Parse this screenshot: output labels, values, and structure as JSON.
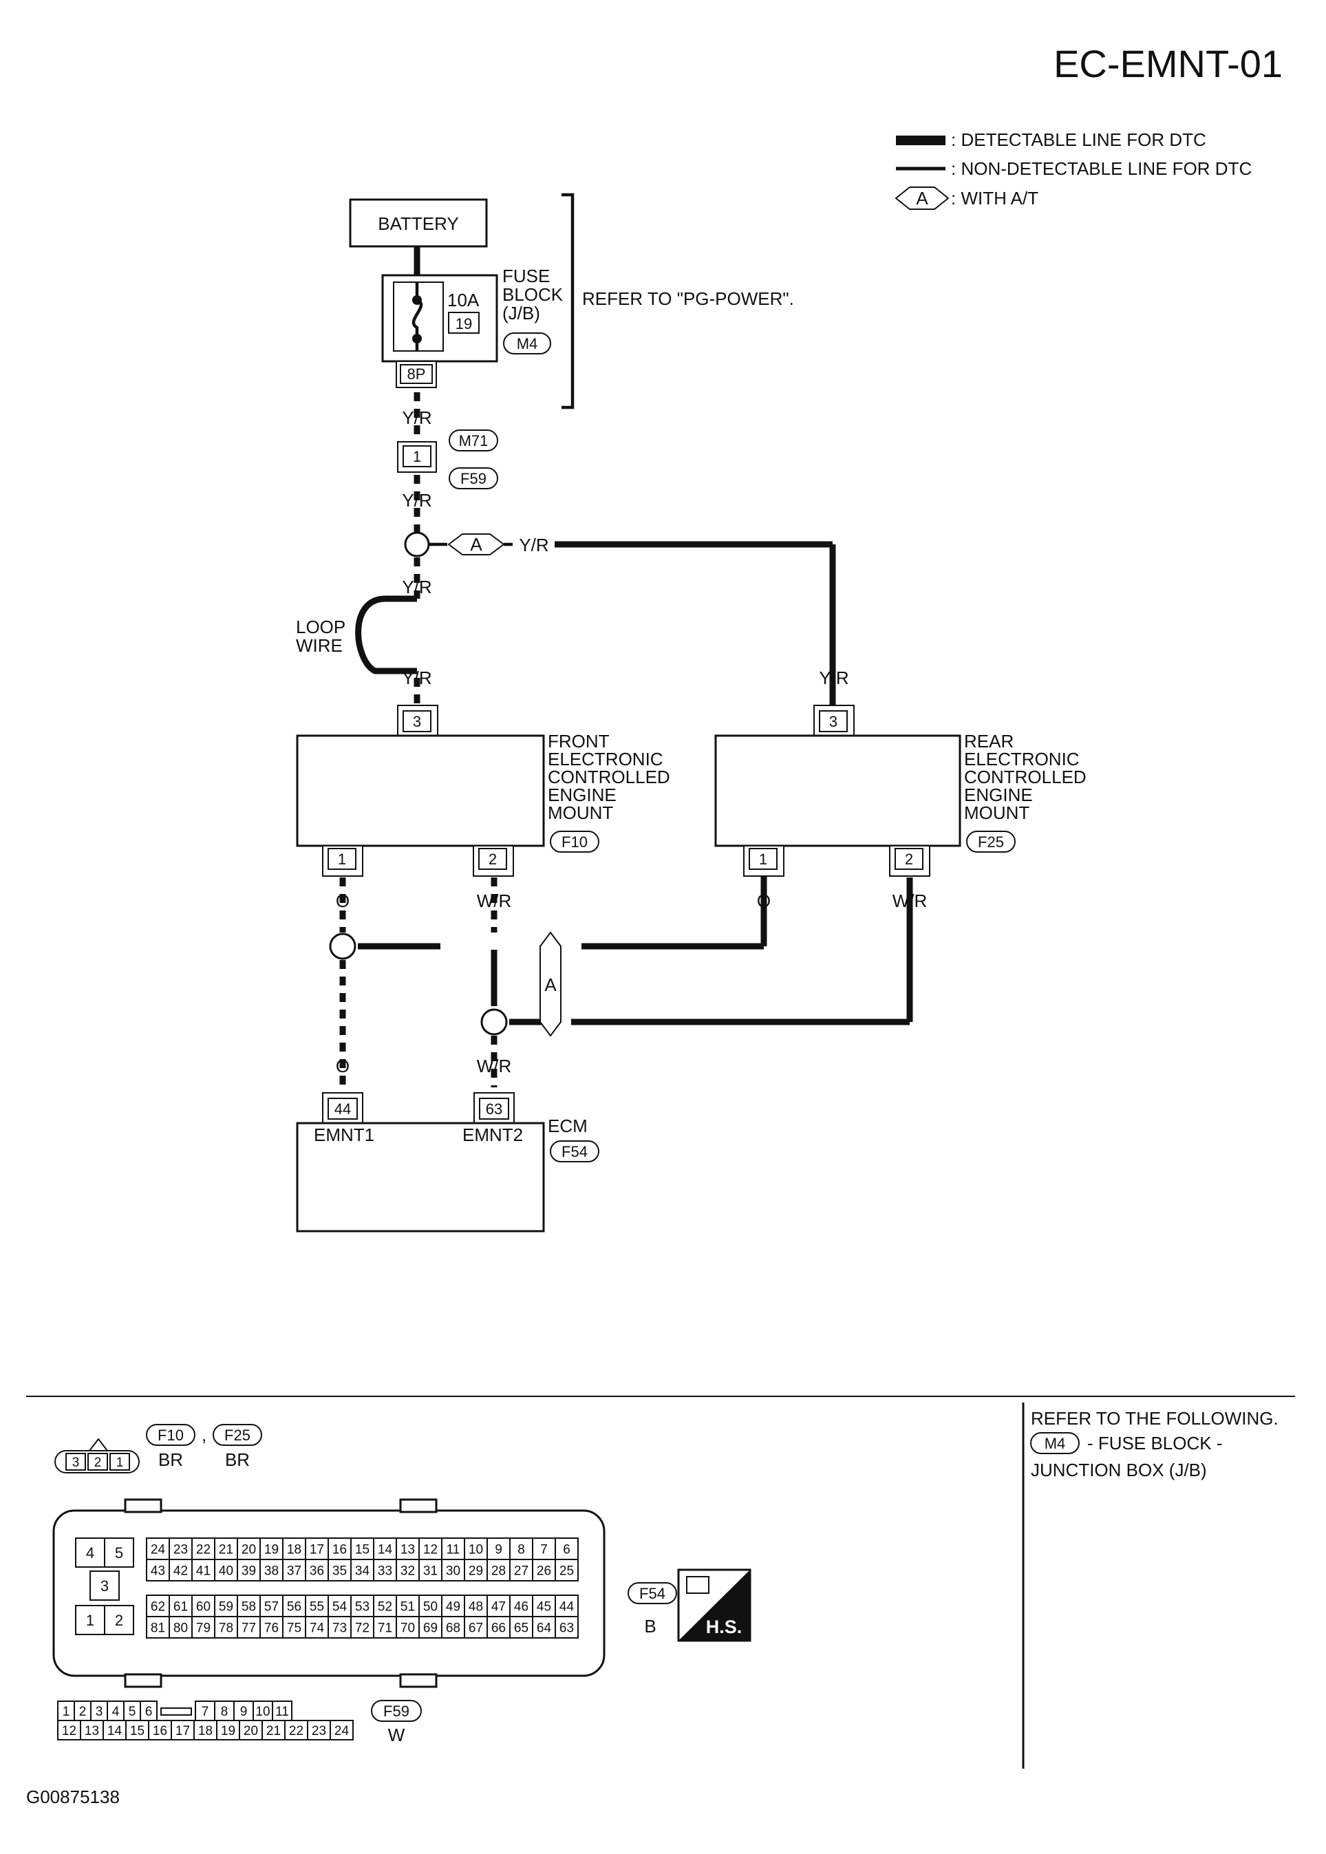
{
  "header": {
    "page_id": "EC-EMNT-01"
  },
  "legend": {
    "detectable": ": DETECTABLE LINE FOR DTC",
    "non_detectable": ": NON-DETECTABLE LINE FOR DTC",
    "with_at_tag": "A",
    "with_at": ": WITH A/T"
  },
  "battery": {
    "label": "BATTERY"
  },
  "fuse_block": {
    "line1": "FUSE",
    "line2": "BLOCK",
    "line3": "(J/B)",
    "rating": "10A",
    "fuse_no": "19",
    "connector": "M4",
    "terminal": "8P",
    "refer": "REFER TO \"PG-POWER\"."
  },
  "wires": {
    "y_r": "Y/R",
    "o": "O",
    "w_r": "W/R",
    "loop1": "LOOP",
    "loop2": "WIRE",
    "junction_tag": "A"
  },
  "inline_connector": {
    "pin": "1",
    "top": "M71",
    "bottom": "F59"
  },
  "front_mount": {
    "lines": [
      "FRONT",
      "ELECTRONIC",
      "CONTROLLED",
      "ENGINE",
      "MOUNT"
    ],
    "connector": "F10",
    "pin_top": "3",
    "pin_left": "1",
    "pin_right": "2"
  },
  "rear_mount": {
    "lines": [
      "REAR",
      "ELECTRONIC",
      "CONTROLLED",
      "ENGINE",
      "MOUNT"
    ],
    "connector": "F25",
    "pin_top": "3",
    "pin_left": "1",
    "pin_right": "2"
  },
  "ecm": {
    "label": "ECM",
    "connector": "F54",
    "pin1": "44",
    "pin2": "63",
    "term1": "EMNT1",
    "term2": "EMNT2"
  },
  "connector_views": {
    "mount_conn": {
      "pins": [
        "3",
        "2",
        "1"
      ],
      "id1": "F10",
      "id2": "F25",
      "color1": "BR",
      "color2": "BR",
      "sep": ","
    },
    "ecm_conn": {
      "left_pins": [
        "4",
        "5",
        "3",
        "1",
        "2"
      ],
      "row1": [
        "24",
        "23",
        "22",
        "21",
        "20",
        "19",
        "18",
        "17",
        "16",
        "15",
        "14",
        "13",
        "12",
        "11",
        "10",
        "9",
        "8",
        "7",
        "6"
      ],
      "row2": [
        "43",
        "42",
        "41",
        "40",
        "39",
        "38",
        "37",
        "36",
        "35",
        "34",
        "33",
        "32",
        "31",
        "30",
        "29",
        "28",
        "27",
        "26",
        "25"
      ],
      "row3": [
        "62",
        "61",
        "60",
        "59",
        "58",
        "57",
        "56",
        "55",
        "54",
        "53",
        "52",
        "51",
        "50",
        "49",
        "48",
        "47",
        "46",
        "45",
        "44"
      ],
      "row4": [
        "81",
        "80",
        "79",
        "78",
        "77",
        "76",
        "75",
        "74",
        "73",
        "72",
        "71",
        "70",
        "69",
        "68",
        "67",
        "66",
        "65",
        "64",
        "63"
      ],
      "id": "F54",
      "color": "B",
      "hs_badge": "H.S."
    },
    "f59_conn": {
      "row1a": [
        "1",
        "2",
        "3",
        "4",
        "5",
        "6"
      ],
      "row1b": [
        "7",
        "8",
        "9",
        "10",
        "11"
      ],
      "row2": [
        "12",
        "13",
        "14",
        "15",
        "16",
        "17",
        "18",
        "19",
        "20",
        "21",
        "22",
        "23",
        "24"
      ],
      "id": "F59",
      "color": "W"
    }
  },
  "refer_panel": {
    "line1": "REFER TO THE FOLLOWING.",
    "connector": "M4",
    "line2": "- FUSE BLOCK -",
    "line3": "JUNCTION BOX (J/B)"
  },
  "footer": {
    "code": "G00875138"
  }
}
